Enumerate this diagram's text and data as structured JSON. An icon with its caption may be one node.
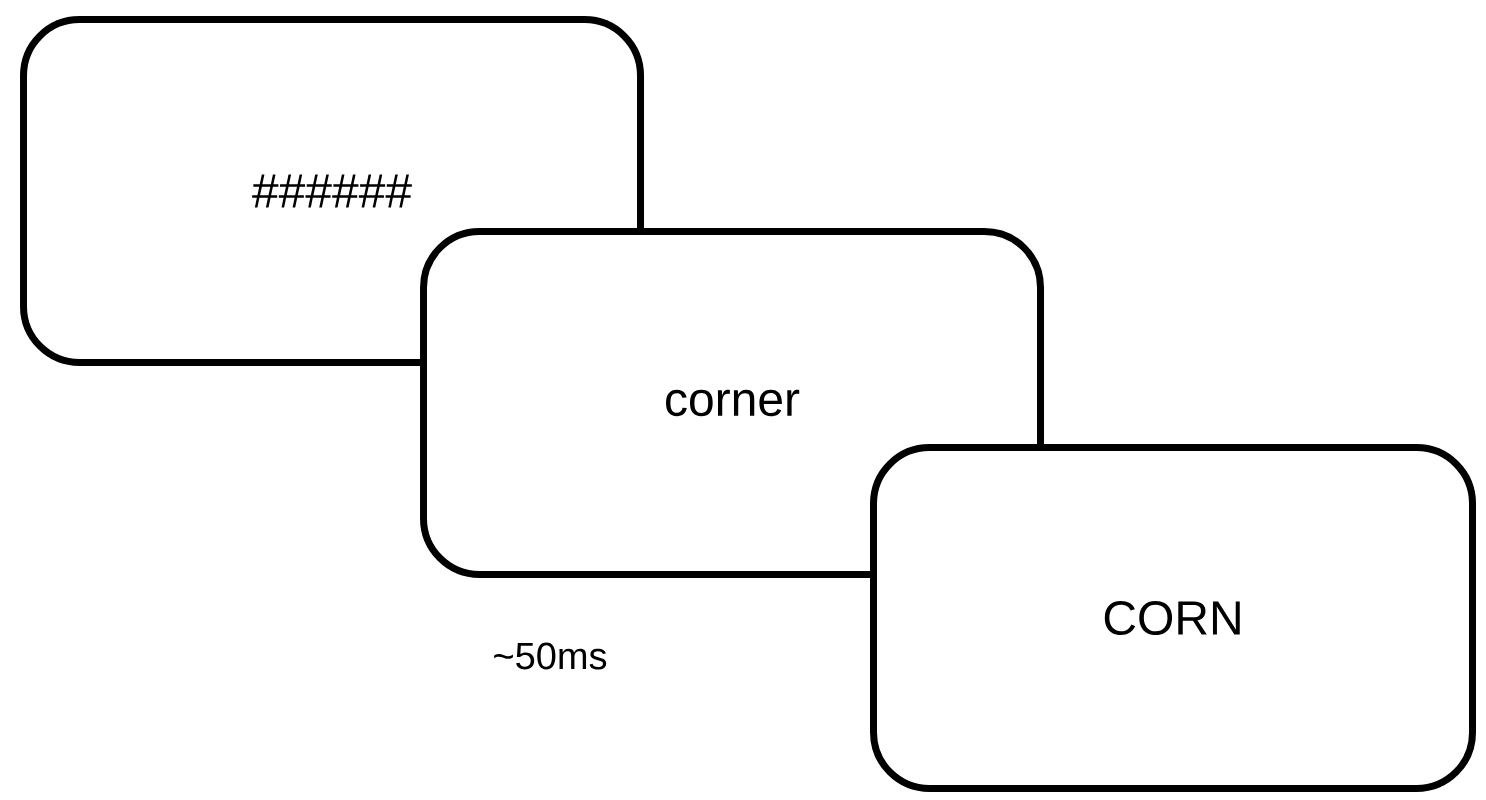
{
  "diagram": {
    "nodes": [
      {
        "text": [
          "######"
        ]
      },
      {
        "text": [
          "corner"
        ],
        "beside": [
          "~50ms"
        ]
      },
      {
        "text": [
          "CORN"
        ]
      }
    ]
  }
}
